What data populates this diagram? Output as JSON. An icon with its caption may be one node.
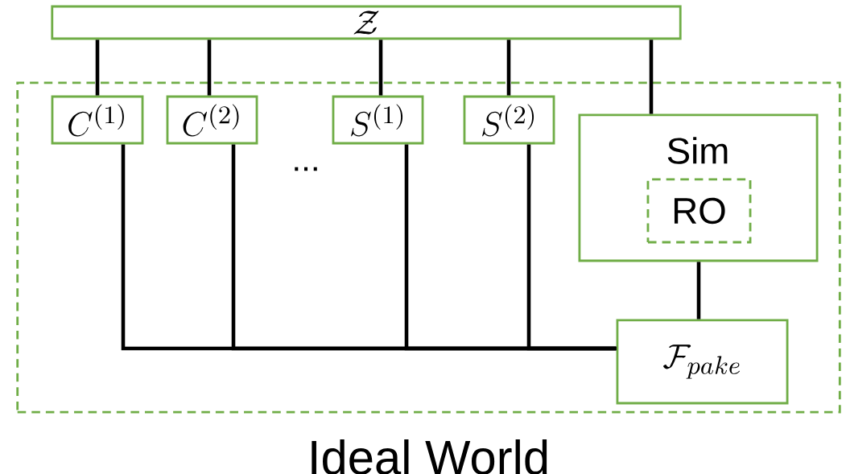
{
  "diagram": {
    "nodes": [
      {
        "text": [
          "\\mathcal{Z}"
        ]
      },
      {
        "text": [
          "Ideal World"
        ]
      },
      {
        "text": [
          "C^{(1)}"
        ],
        "in": 1
      },
      {
        "text": [
          "C^{(2)}"
        ],
        "in": 1
      },
      {
        "text": [
          "S^{(1)}"
        ],
        "in": 1
      },
      {
        "text": [
          "S^{(2)}"
        ],
        "in": 1
      },
      {
        "text": [
          "Sim"
        ],
        "in": 1
      },
      {
        "text": [
          "RO"
        ],
        "in": 6
      },
      {
        "text": [
          "\\mathcal{F}_{pake}"
        ],
        "in": 1
      }
    ],
    "edges": [
      {
        "from": 0,
        "to": 2,
        "arrow": "none"
      },
      {
        "from": 0,
        "to": 3,
        "arrow": "none"
      },
      {
        "from": 0,
        "to": 4,
        "arrow": "none"
      },
      {
        "from": 0,
        "to": 5,
        "arrow": "none"
      },
      {
        "from": 0,
        "to": 6,
        "arrow": "none"
      },
      {
        "from": 2,
        "to": 8,
        "arrow": "none"
      },
      {
        "from": 3,
        "to": 8,
        "arrow": "none"
      },
      {
        "from": 4,
        "to": 8,
        "arrow": "none"
      },
      {
        "from": 5,
        "to": 8,
        "arrow": "none"
      },
      {
        "from": 6,
        "to": 8,
        "arrow": "none"
      }
    ],
    "labels": [
      "..."
    ]
  }
}
